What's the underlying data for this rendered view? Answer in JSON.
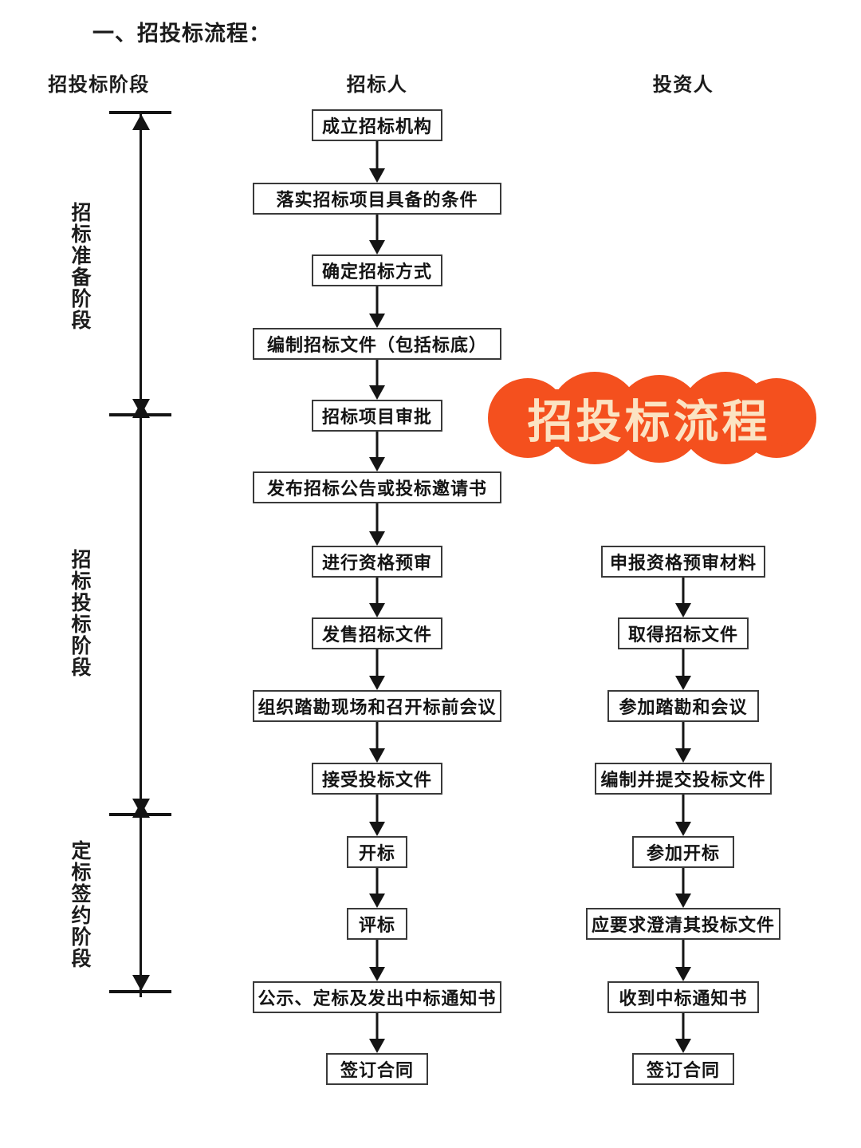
{
  "document": {
    "title": "一、招投标流程："
  },
  "columns": {
    "stage_header": "招投标阶段",
    "tenderer_header": "招标人",
    "bidder_header": "投资人"
  },
  "stages": [
    {
      "label": "招标准备阶段"
    },
    {
      "label": "招标投标阶段"
    },
    {
      "label": "定标签约阶段"
    }
  ],
  "tenderer_steps": [
    "成立招标机构",
    "落实招标项目具备的条件",
    "确定招标方式",
    "编制招标文件（包括标底）",
    "招标项目审批",
    "发布招标公告或投标邀请书",
    "进行资格预审",
    "发售招标文件",
    "组织踏勘现场和召开标前会议",
    "接受投标文件",
    "开标",
    "评标",
    "公示、定标及发出中标通知书",
    "签订合同"
  ],
  "bidder_steps": [
    "申报资格预审材料",
    "取得招标文件",
    "参加踏勘和会议",
    "编制并提交投标文件",
    "参加开标",
    "应要求澄清其投标文件",
    "收到中标通知书",
    "签订合同"
  ],
  "watermark": {
    "text": "招投标流程",
    "badge_color": "#F4501E",
    "text_color": "#FBE3C3"
  },
  "colors": {
    "ink": "#141414",
    "box_border": "#3a3a3a",
    "background": "#ffffff"
  }
}
